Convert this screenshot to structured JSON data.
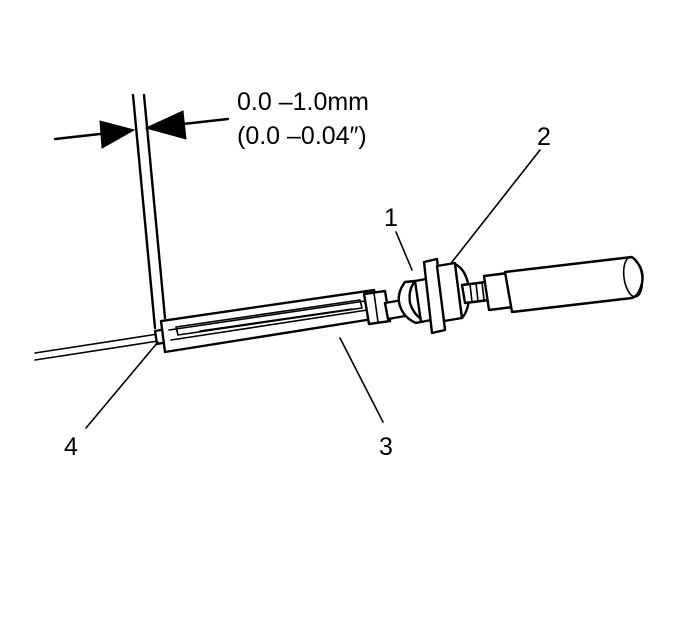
{
  "dimension": {
    "metric": "0.0 –1.0mm",
    "imperial": "(0.0 –0.04″)"
  },
  "callouts": {
    "c1": "1",
    "c2": "2",
    "c3": "3",
    "c4": "4"
  }
}
